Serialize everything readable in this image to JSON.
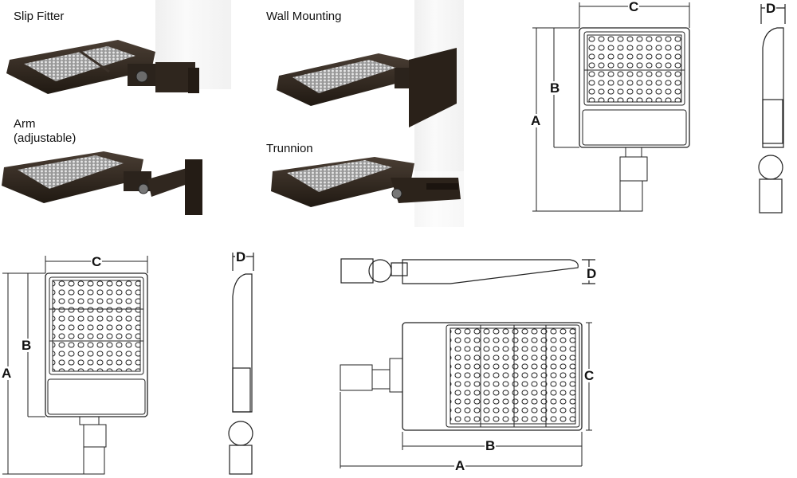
{
  "photos": {
    "slip_fitter": "Slip Fitter",
    "wall_mounting": "Wall Mounting",
    "arm_line1": "Arm",
    "arm_line2": "(adjustable)",
    "trunnion": "Trunnion"
  },
  "dims": {
    "a": "A",
    "b": "B",
    "c": "C",
    "d": "D"
  },
  "colors": {
    "fixture_body": "#3a3028",
    "led_panel": "#b9b9b9",
    "line": "#222222",
    "pole": "#f2f2f2"
  }
}
